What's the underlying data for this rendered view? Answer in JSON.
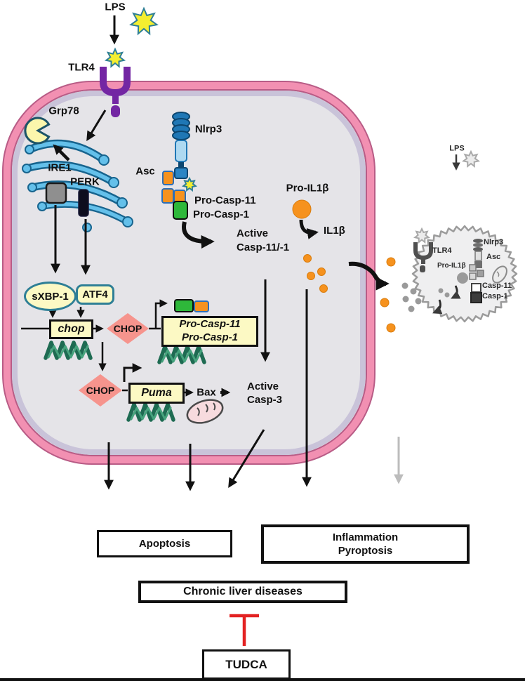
{
  "cell": {
    "lps": "LPS",
    "tlr4": "TLR4",
    "grp78": "Grp78",
    "ire1": "IRE1",
    "perk": "PERK",
    "nlrp3": "Nlrp3",
    "asc": "Asc",
    "pro_casp11": "Pro-Casp-11",
    "pro_casp1": "Pro-Casp-1",
    "active": "Active",
    "casp_11_1": "Casp-11/-1",
    "pro_il1b": "Pro-IL1β",
    "il1b": "IL1β",
    "sxbp1": "sXBP-1",
    "atf4": "ATF4",
    "chop_gene": "chop",
    "chop_protein": "CHOP",
    "procasp_box_l1": "Pro-Casp-11",
    "procasp_box_l2": "Pro-Casp-1",
    "puma": "Puma",
    "bax": "Bax",
    "active2": "Active",
    "casp3": "Casp-3"
  },
  "macrophage": {
    "lps": "LPS",
    "tlr4": "TLR4",
    "nlrp3": "Nlrp3",
    "asc": "Asc",
    "pro_il1b": "Pro-IL1β",
    "casp11": "Casp-11",
    "casp1": "Casp-1"
  },
  "outcomes": {
    "apoptosis": "Apoptosis",
    "inflammation": "Inflammation",
    "pyroptosis": "Pyroptosis",
    "chronic": "Chronic liver diseases",
    "tudca": "TUDCA"
  },
  "colors": {
    "membrane_pink": "#F290B2",
    "membrane_edge": "#B85C86",
    "membrane_lavender": "#C9C3D9",
    "cell_fill": "#E5E4E8",
    "star_yellow": "#F4EE30",
    "star_outline": "#2E7F96",
    "tlr4_purple": "#7326A3",
    "er_blue": "#64C0EA",
    "er_outline": "#17648E",
    "grp78_yellow": "#FBF6AC",
    "node_yellow": "#FCF9C4",
    "node_blue_border": "#2E7F96",
    "chop_pink": "#F6948D",
    "orange": "#F6921E",
    "orange_outline": "#2D6FB8",
    "green": "#2EB83A",
    "nlrp3_blue": "#1F77B5",
    "nlrp3_light_blue": "#AED9F1",
    "dna_dark": "#1E6B52",
    "dna_light": "#46A37D",
    "mito_pink": "#F7DBDE",
    "inhibit_red": "#E32222",
    "gray_arrow": "#BCBCBC",
    "macrophage_gray": "#9A9A9A"
  }
}
